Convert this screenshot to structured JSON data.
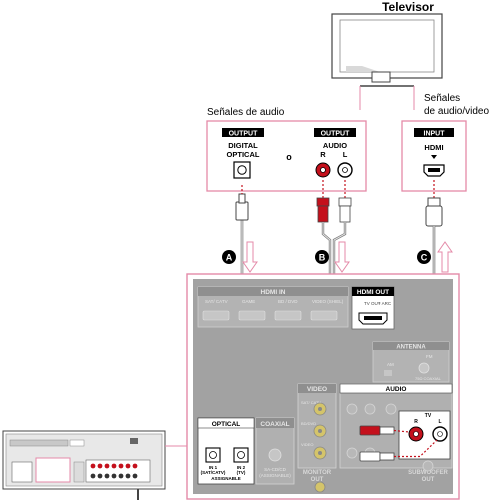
{
  "tv": {
    "title": "Televisor",
    "label_audio": "Señales de audio",
    "label_audio_video_1": "Señales",
    "label_audio_video_2": "de audio/video"
  },
  "tv_panels": {
    "output_header": "OUTPUT",
    "digital_optical_1": "DIGITAL",
    "digital_optical_2": "OPTICAL",
    "or_word": "o",
    "audio_output_header": "OUTPUT",
    "audio_title": "AUDIO",
    "audio_r": "R",
    "audio_l": "L",
    "input_header": "INPUT",
    "hdmi": "HDMI"
  },
  "connections": {
    "a": "A",
    "b": "B",
    "c": "C"
  },
  "receiver": {
    "hdmi_in": "HDMI IN",
    "hdmi_out": "HDMI OUT",
    "hdmi_out_sub1": "TV OUT",
    "hdmi_out_sub2": "+ ARC",
    "sat_catv": "SAT/ CATV",
    "game": "GAME",
    "bd_dvd_header": "BD / DVD",
    "bd_dvd": "BD/DVD",
    "video1": "VIDEO (SHIEL)",
    "antenna": "ANTENNA",
    "fm": "FM",
    "am": "AM",
    "fm_coaxial": "75Ω COAXIAL",
    "video": "VIDEO",
    "audio": "AUDIO",
    "optical": "OPTICAL",
    "coaxial": "COAXIAL",
    "opt_left_1": "IN 1",
    "opt_left_2": "(SAT/CATV)",
    "opt_right_1": "IN 2",
    "opt_right_2": "(TV)",
    "opt_assignable": "ASSIGNABLE",
    "coax_sub1": "SA-CD/CD",
    "coax_sub2": "(ASSIGNABLE)",
    "monitor_out_1": "MONITOR",
    "monitor_out_2": "OUT",
    "audio_r": "R",
    "audio_l": "L",
    "tv_in": "TV",
    "subwoofer_1": "SUBWOOFER",
    "subwoofer_2": "OUT",
    "sat_label": "SAT/ CATV",
    "video_label": "VIDEO"
  },
  "colors": {
    "panel_outline": "#e48aa8",
    "arrow": "#e48aa8",
    "dark_panel": "#9d9d9d",
    "cable": "#c0c0c0",
    "red_plug": "#c4101c"
  }
}
